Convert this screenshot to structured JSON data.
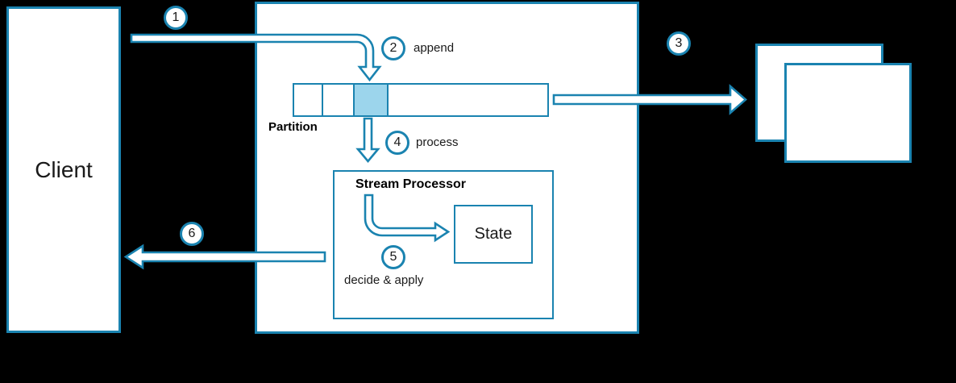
{
  "diagram": {
    "colors": {
      "background": "#000000",
      "stroke": "#1a83b0",
      "highlight_fill": "#9cd5ec",
      "text": "#1a1a1a"
    },
    "client": {
      "label": "Client"
    },
    "partition": {
      "label": "Partition",
      "segments": 4,
      "highlighted_segment_index": 2
    },
    "stream_processor": {
      "label": "Stream Processor"
    },
    "state": {
      "label": "State"
    },
    "steps": [
      {
        "number": "1"
      },
      {
        "number": "2",
        "label": "append"
      },
      {
        "number": "3"
      },
      {
        "number": "4",
        "label": "process"
      },
      {
        "number": "5",
        "label": "decide & apply"
      },
      {
        "number": "6"
      }
    ]
  }
}
